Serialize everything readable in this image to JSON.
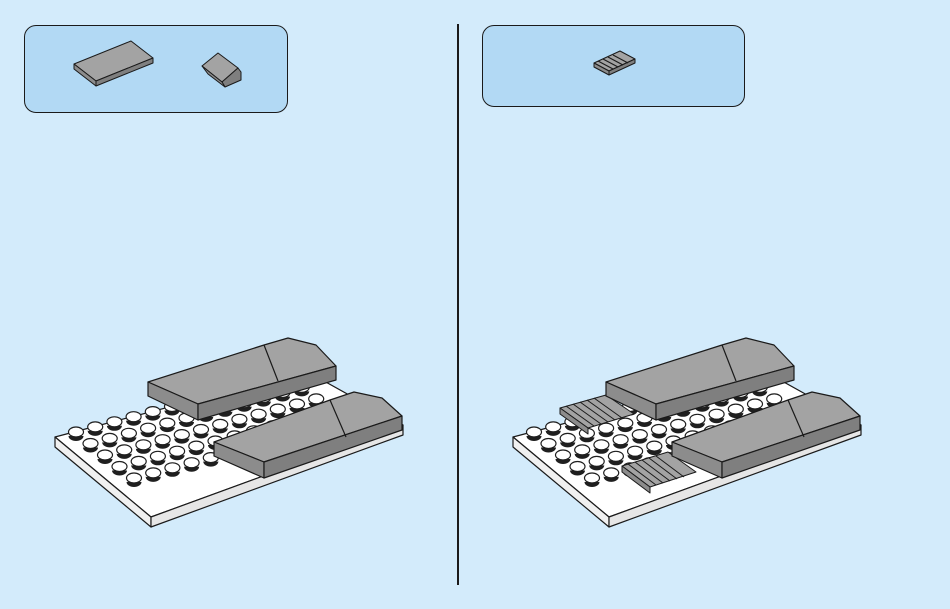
{
  "theme": {
    "background": "#d3ebfb",
    "panel_fill": "#b2d9f4",
    "outline": "#1a1a1a",
    "brick_gray": "#a3a3a3",
    "brick_gray_dark": "#7f7f7f",
    "brick_white": "#ffffff",
    "stud_black": "#1f1f1f"
  },
  "steps": [
    {
      "parts_needed": [
        {
          "icon": "flat-tile-1x2-icon",
          "qty": 1
        },
        {
          "icon": "slope-brick-icon",
          "qty": 1
        }
      ],
      "build_icon": "base-plate-with-two-ramps-icon"
    },
    {
      "parts_needed": [
        {
          "icon": "grille-tile-icon",
          "qty": 1
        }
      ],
      "build_icon": "base-plate-with-ramps-and-grilles-icon"
    }
  ]
}
